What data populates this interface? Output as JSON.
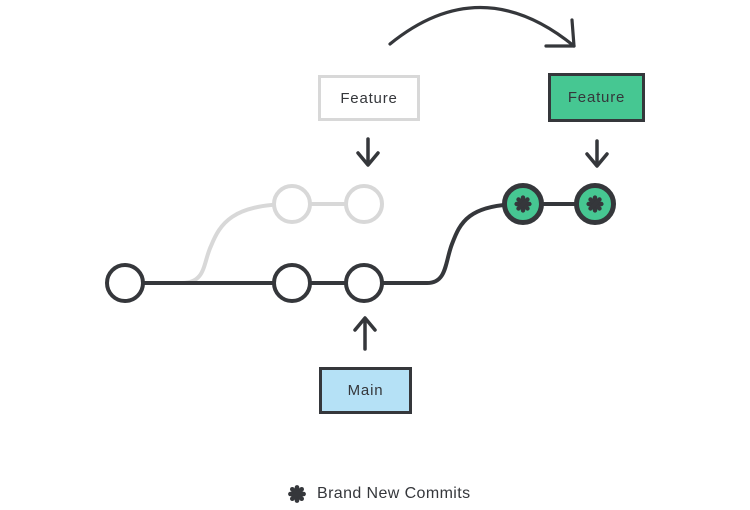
{
  "boxes": {
    "feature_old": {
      "label": "Feature",
      "state": "inactive"
    },
    "feature_new": {
      "label": "Feature",
      "state": "rebased"
    },
    "main": {
      "label": "Main"
    }
  },
  "legend": {
    "icon": "asterisk-icon",
    "label": "Brand New Commits"
  },
  "colors": {
    "dark": "#35373b",
    "inactive": "#d8d8d8",
    "green": "#46c792",
    "blue": "#b5e1f6",
    "text": "#35373b",
    "background": "#ffffff"
  },
  "graph": {
    "type": "git-rebase-diagram",
    "main_branch_commit_count": 3,
    "old_feature_branch_commit_count": 2,
    "rebased_feature_branch_commit_count": 2,
    "new_commit_marker": "asterisk"
  }
}
